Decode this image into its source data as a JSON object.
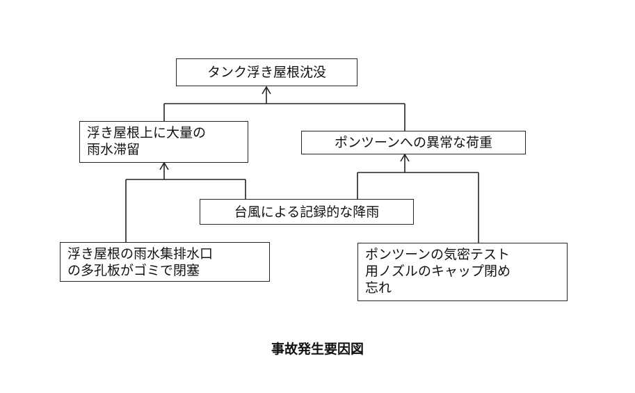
{
  "nodes": {
    "top": "タンク浮き屋根沈没",
    "rain_retention": [
      "浮き屋根上に大量の",
      "雨水滞留"
    ],
    "pontoon_load": "ポンツーンへの異常な荷重",
    "typhoon": "台風による記録的な降雨",
    "drain_clog": [
      "浮き屋根の雨水集排水口",
      "の多孔板がゴミで閉塞"
    ],
    "cap_forgot": [
      "ポンツーンの気密テスト",
      "用ノズルのキャップ閉め",
      "忘れ"
    ]
  },
  "caption": "事故発生要因図"
}
